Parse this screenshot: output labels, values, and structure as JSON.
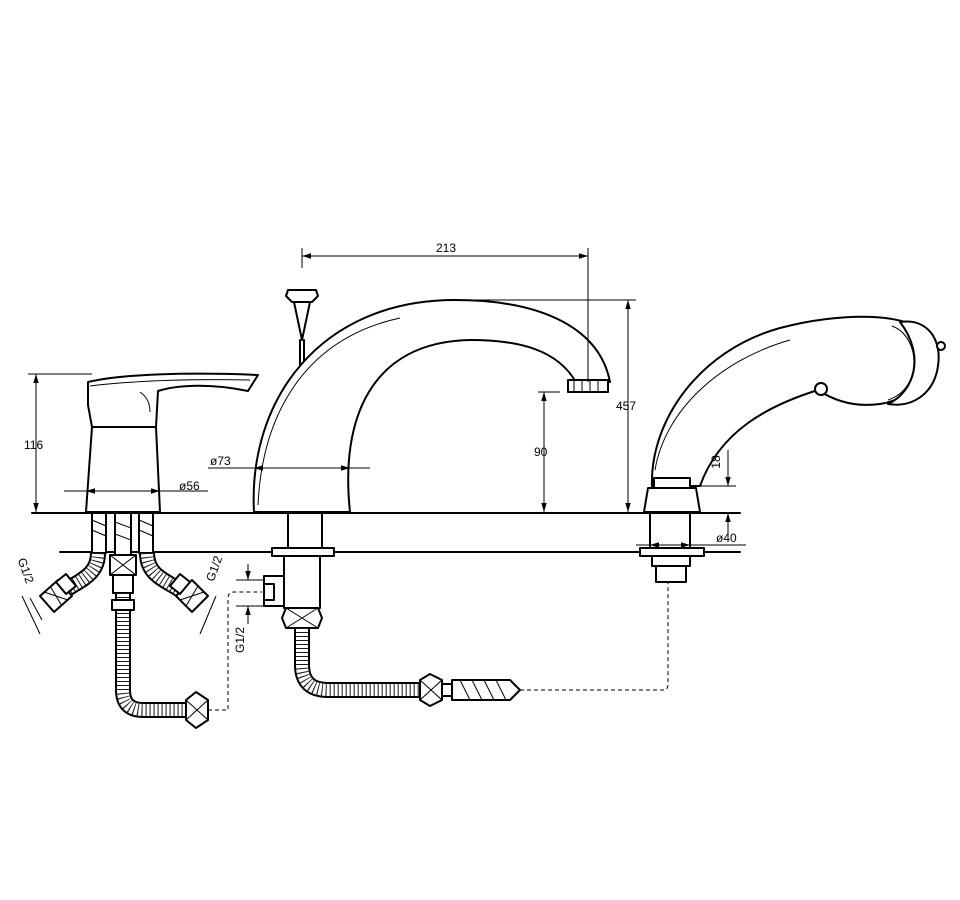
{
  "dimensions": {
    "spout_reach": "213",
    "total_height": "457",
    "spout_height": "90",
    "spout_base_diameter": "ø73",
    "mixer_height": "116",
    "mixer_base_diameter": "ø56",
    "shower_holder_height": "18",
    "shower_holder_diameter": "ø40",
    "thread_left": "G1/2",
    "thread_right": "G1/2",
    "thread_diverter": "G1/2"
  },
  "colors": {
    "line": "#000000",
    "background": "#ffffff"
  }
}
